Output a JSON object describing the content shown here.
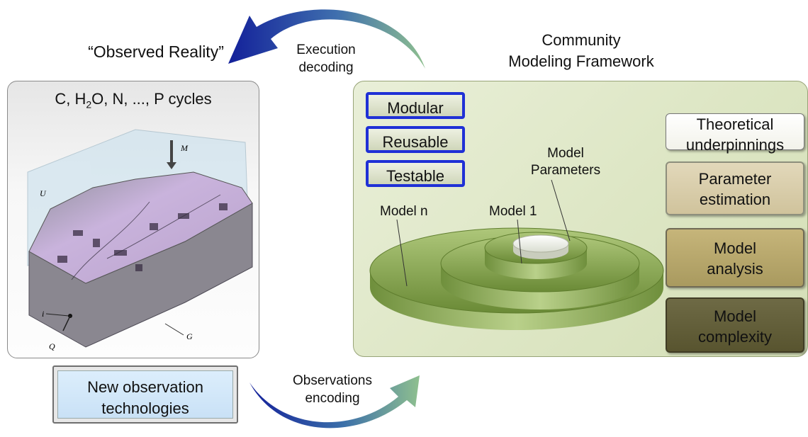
{
  "arrows": {
    "top_label": [
      "Execution",
      "decoding"
    ],
    "bottom_label": [
      "Observations",
      "encoding"
    ]
  },
  "observed": {
    "title": "“Observed Reality”",
    "cycles": {
      "a": "C, H",
      "sub": "2",
      "b": "O, N, ..., P cycles"
    },
    "map_labels": [
      "M",
      "U",
      "i",
      "Q",
      "G"
    ]
  },
  "new_observation": [
    "New observation",
    "technologies"
  ],
  "framework": {
    "title": [
      "Community",
      "Modeling Framework"
    ],
    "tags": [
      "Modular",
      "Reusable",
      "Testable"
    ],
    "disc_labels": {
      "params": [
        "Model",
        "Parameters"
      ],
      "model1": "Model 1",
      "modeln": "Model n"
    },
    "side_boxes": [
      {
        "lines": [
          "Theoretical",
          "underpinnings"
        ]
      },
      {
        "lines": [
          "Parameter",
          "estimation"
        ]
      },
      {
        "lines": [
          "Model",
          "analysis"
        ]
      },
      {
        "lines": [
          "Model",
          "complexity"
        ]
      }
    ]
  },
  "colors": {
    "arrow_dark": "#1b2b9c",
    "arrow_light": "#6fae8a",
    "tag_border": "#1f30d6",
    "disc": "#8ea94f",
    "panel_green": "#dde6c4",
    "terrain": "#c3afd2"
  }
}
